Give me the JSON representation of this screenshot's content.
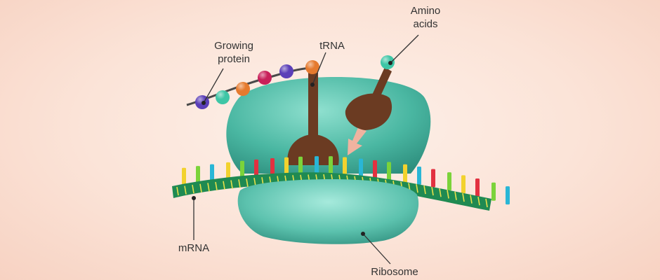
{
  "labels": {
    "growing_protein": [
      "Growing",
      "protein"
    ],
    "trna": "tRNA",
    "amino_acids": [
      "Amino",
      "acids"
    ],
    "mrna": "mRNA",
    "ribosome": "Ribosome"
  },
  "colors": {
    "background": "#fbe3d7",
    "ribosome": "#4cb8a4",
    "trna": "#6b3b22",
    "mrna_strand": "#1f8a52",
    "arrow": "#f0b3a0",
    "amino_acid_colors": [
      "#5b3fb8",
      "#3ec6a6",
      "#e57a2e",
      "#c8205a"
    ],
    "codon_colors": [
      "#f2d22e",
      "#7bd33a",
      "#29b6d6",
      "#e23140"
    ]
  }
}
